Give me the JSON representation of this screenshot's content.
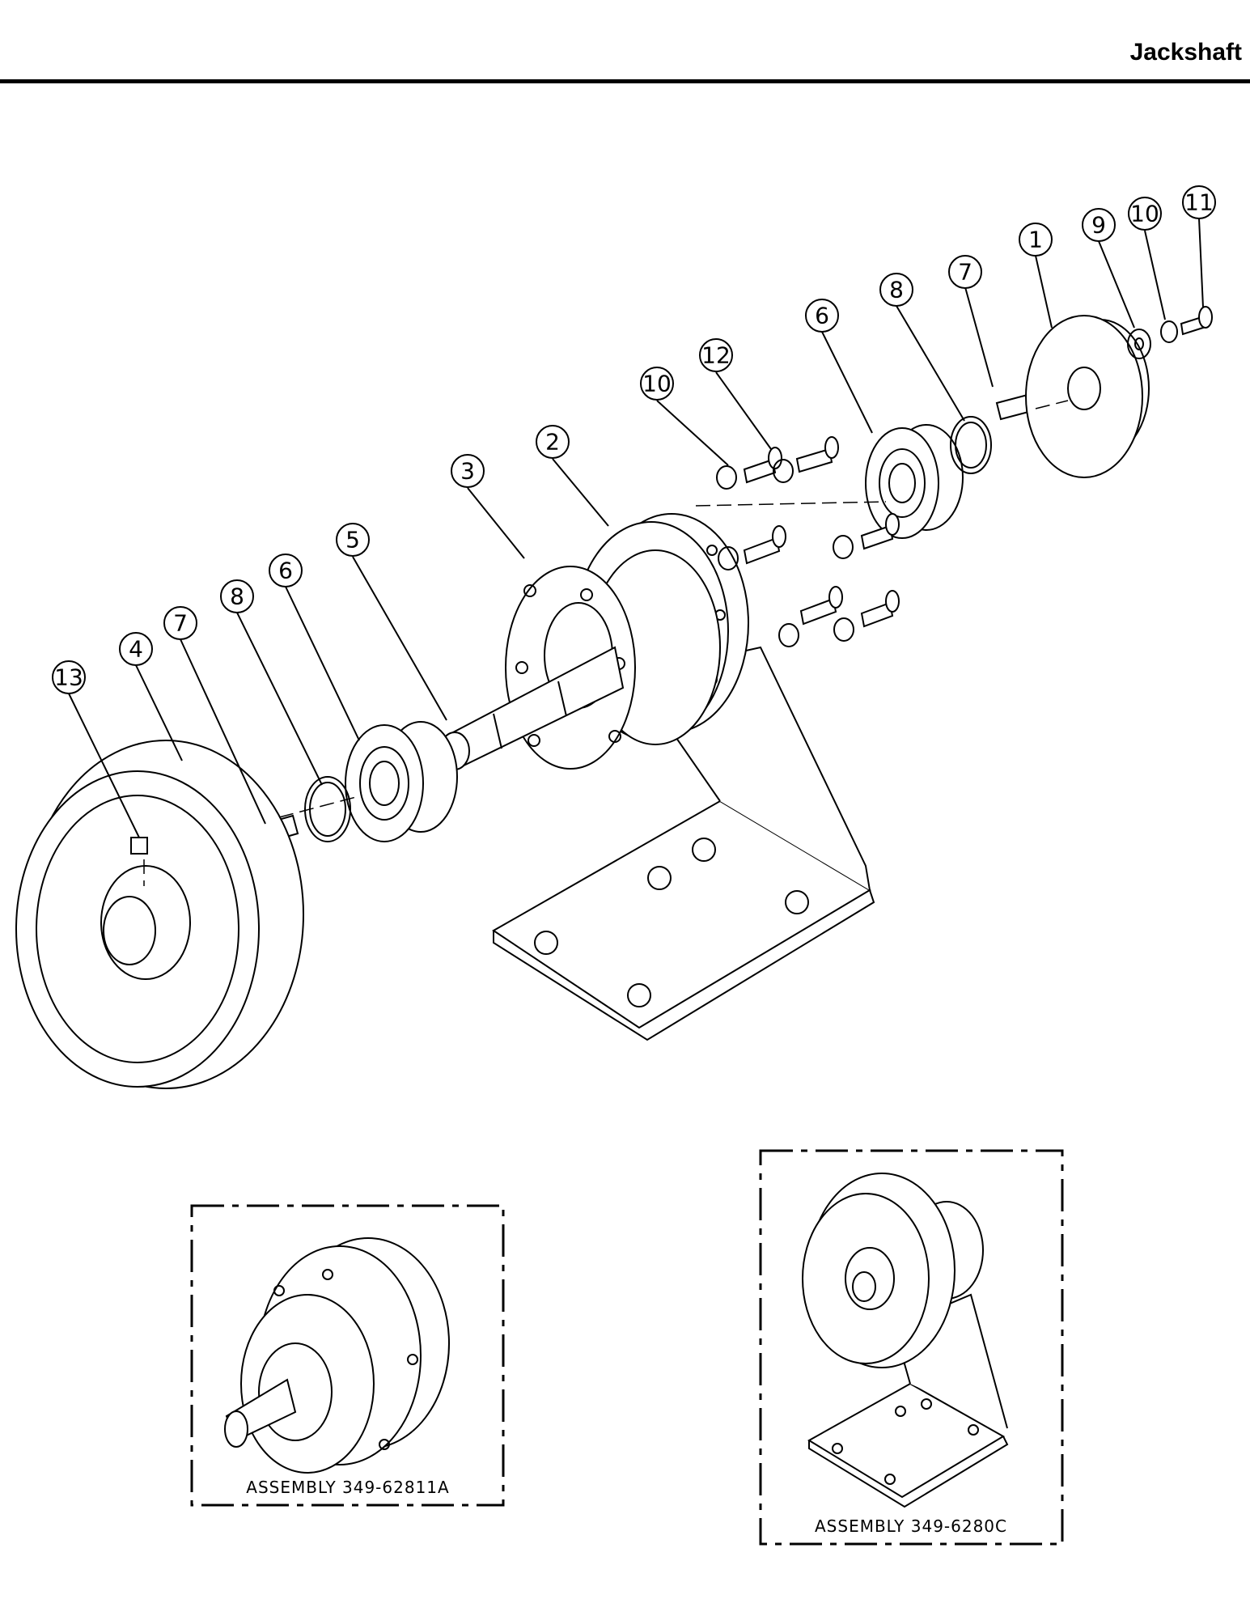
{
  "header": {
    "title": "Jackshaft"
  },
  "callouts": [
    "1",
    "2",
    "3",
    "4",
    "5",
    "6",
    "7",
    "8",
    "9",
    "10",
    "11",
    "12",
    "13"
  ],
  "insets": [
    {
      "caption": "ASSEMBLY 349-62811A"
    },
    {
      "caption": "ASSEMBLY 349-6280C"
    }
  ]
}
